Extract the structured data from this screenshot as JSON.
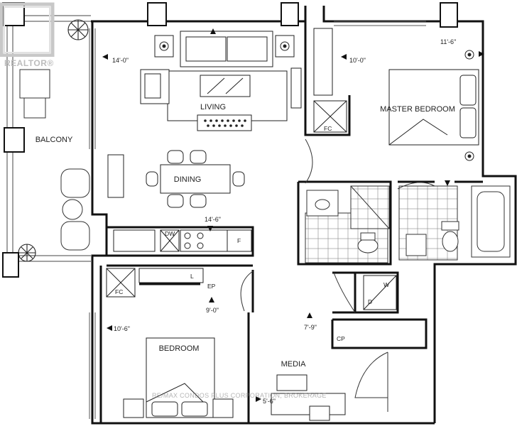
{
  "brand": {
    "logo_text": "REALTOR®",
    "logo_color": "#c8c8c8"
  },
  "watermark": "RE/MAX CONDOS PLUS CORPORATION, BROKERAGE",
  "rooms": {
    "living": "LIVING",
    "dining": "DINING",
    "master_bedroom": "MASTER BEDROOM",
    "balcony": "BALCONY",
    "bedroom": "BEDROOM",
    "media": "MEDIA"
  },
  "dimensions": {
    "living_width": "14'-0\"",
    "master_width": "10'-0\"",
    "master_length": "11'-6\"",
    "kitchen_length": "14'-6\"",
    "bedroom_width": "10'-6\"",
    "bedroom_length": "9'-0\"",
    "hall_length": "7'-9\"",
    "media_width": "5'-6\""
  },
  "fixtures": {
    "fc_master": "FC",
    "fc_bedroom": "FC",
    "dishwasher": "DW",
    "fridge": "F",
    "linen": "L",
    "electrical_panel": "EP",
    "washer": "W",
    "dryer": "D",
    "closet_pantry": "CP"
  },
  "colors": {
    "wall": "#111111",
    "line": "#444444",
    "background": "#ffffff"
  }
}
